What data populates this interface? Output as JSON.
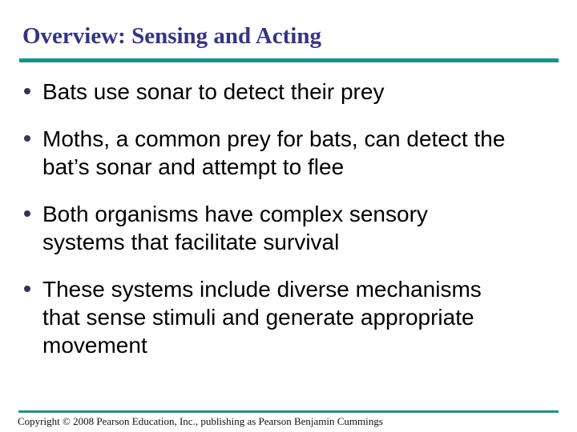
{
  "slide": {
    "title": "Overview: Sensing and Acting",
    "bullets": [
      "Bats use sonar to detect their prey",
      "Moths, a common prey for bats, can detect the bat’s sonar and attempt to flee",
      "Both organisms have complex sensory systems that facilitate survival",
      "These systems include diverse mechanisms that sense stimuli and generate appropriate movement"
    ],
    "footer": "Copyright © 2008 Pearson Education, Inc., publishing as Pearson Benjamin Cummings",
    "colors": {
      "title_color": "#333388",
      "rule_color": "#19928C",
      "dot_color": "#333366",
      "body_color": "#000000"
    }
  }
}
